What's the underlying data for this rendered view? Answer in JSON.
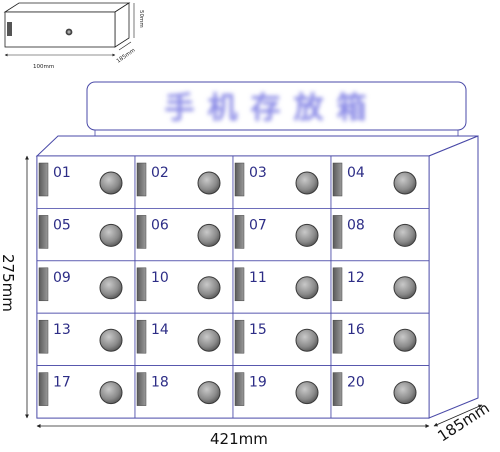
{
  "thumbnail": {
    "height_label": "50mm",
    "width_label": "100mm",
    "depth_label": "185mm"
  },
  "header_sign": {
    "text": "手机存放箱"
  },
  "dimensions": {
    "height": "275mm",
    "width": "421mm",
    "depth": "185mm"
  },
  "lockers": [
    "01",
    "02",
    "03",
    "04",
    "05",
    "06",
    "07",
    "08",
    "09",
    "10",
    "11",
    "12",
    "13",
    "14",
    "15",
    "16",
    "17",
    "18",
    "19",
    "20"
  ],
  "colors": {
    "outline": "#4a4aa8",
    "number": "#2d2d86",
    "hinge": "#7a7a7a",
    "lock": "#888888",
    "sign_text": "#8a8ae6"
  }
}
